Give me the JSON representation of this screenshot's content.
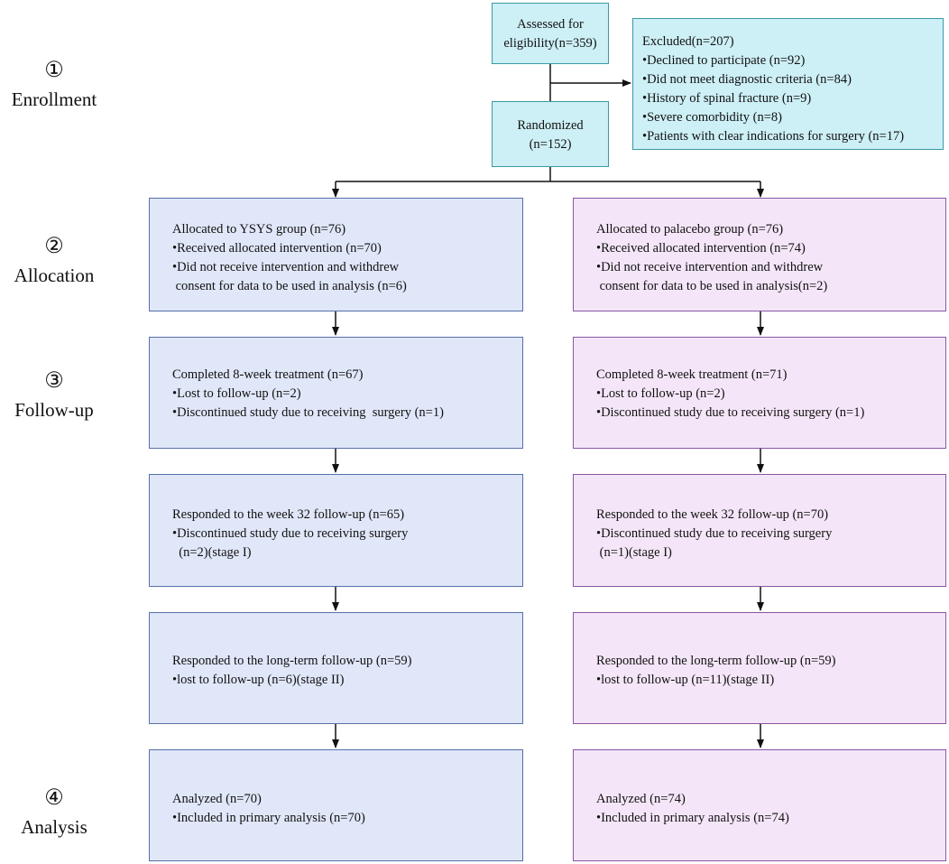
{
  "stages": [
    {
      "number": "①",
      "label": "Enrollment"
    },
    {
      "number": "②",
      "label": "Allocation"
    },
    {
      "number": "③",
      "label": "Follow-up"
    },
    {
      "number": "④",
      "label": "Analysis"
    }
  ],
  "enrollment": {
    "assessed": {
      "line1": "Assessed for",
      "line2": "eligibility(n=359)"
    },
    "randomized": {
      "line1": "Randomized",
      "line2": "(n=152)"
    },
    "excluded": {
      "title": "Excluded(n=207)",
      "items": [
        "•Declined to participate (n=92)",
        "•Did not meet diagnostic criteria (n=84)",
        "•History of spinal fracture (n=9)",
        "•Severe comorbidity (n=8)",
        "•Patients with clear indications for surgery (n=17)"
      ]
    }
  },
  "ysys_group": {
    "allocation": [
      "Allocated to YSYS group (n=76)",
      "•Received allocated intervention (n=70)",
      "•Did not receive intervention and withdrew",
      " consent for data to be used in analysis (n=6)"
    ],
    "followup_8week": [
      "Completed 8-week treatment (n=67)",
      "•Lost to follow-up (n=2)",
      "•Discontinued study due to receiving  surgery (n=1)"
    ],
    "followup_week32": [
      "Responded to the week 32 follow-up (n=65)",
      "•Discontinued study due to receiving surgery",
      "  (n=2)(stage I)"
    ],
    "followup_longterm": [
      "Responded to the long-term follow-up (n=59)",
      "•lost to follow-up (n=6)(stage II)"
    ],
    "analysis": [
      "Analyzed (n=70)",
      "•Included in primary analysis (n=70)"
    ]
  },
  "placebo_group": {
    "allocation": [
      "Allocated to palacebo group (n=76)",
      "•Received allocated intervention (n=74)",
      "•Did not receive intervention and withdrew",
      " consent for data to be used in analysis(n=2)"
    ],
    "followup_8week": [
      "Completed 8-week treatment (n=71)",
      "•Lost to follow-up (n=2)",
      "•Discontinued study due to receiving surgery (n=1)"
    ],
    "followup_week32": [
      "Responded to the week 32 follow-up (n=70)",
      "•Discontinued study due to receiving surgery",
      " (n=1)(stage I)"
    ],
    "followup_longterm": [
      "Responded to the long-term follow-up (n=59)",
      "•lost to follow-up (n=11)(stage II)"
    ],
    "analysis": [
      "Analyzed (n=74)",
      "•Included in primary analysis (n=74)"
    ]
  },
  "colors": {
    "enrollment_fill": "#cdeff6",
    "enrollment_border": "#3a9aa4",
    "ysys_fill": "#e0e7f9",
    "ysys_border": "#5570a8",
    "placebo_fill": "#f4e6f8",
    "placebo_border": "#8a55a4",
    "connector": "#111111"
  }
}
